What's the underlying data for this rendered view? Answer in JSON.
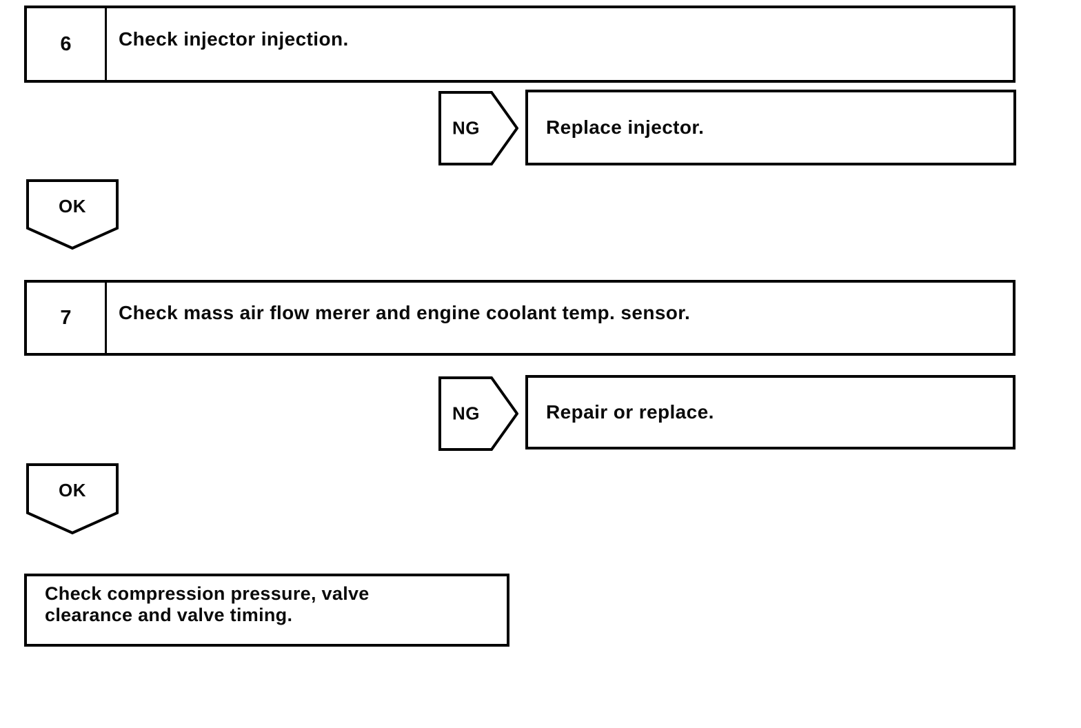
{
  "page": {
    "background": "#ffffff",
    "ink": "#000000"
  },
  "flowchart": {
    "steps": [
      {
        "number": "6",
        "title": "Check injector injection.",
        "ng": {
          "label": "NG",
          "action": "Replace injector."
        },
        "ok": {
          "label": "OK"
        }
      },
      {
        "number": "7",
        "title": "Check mass air flow merer and engine coolant temp. sensor.",
        "ng": {
          "label": "NG",
          "action": "Repair or replace."
        },
        "ok": {
          "label": "OK"
        }
      }
    ],
    "terminal": {
      "title": "Check compression pressure, valve clearance and valve timing."
    }
  }
}
